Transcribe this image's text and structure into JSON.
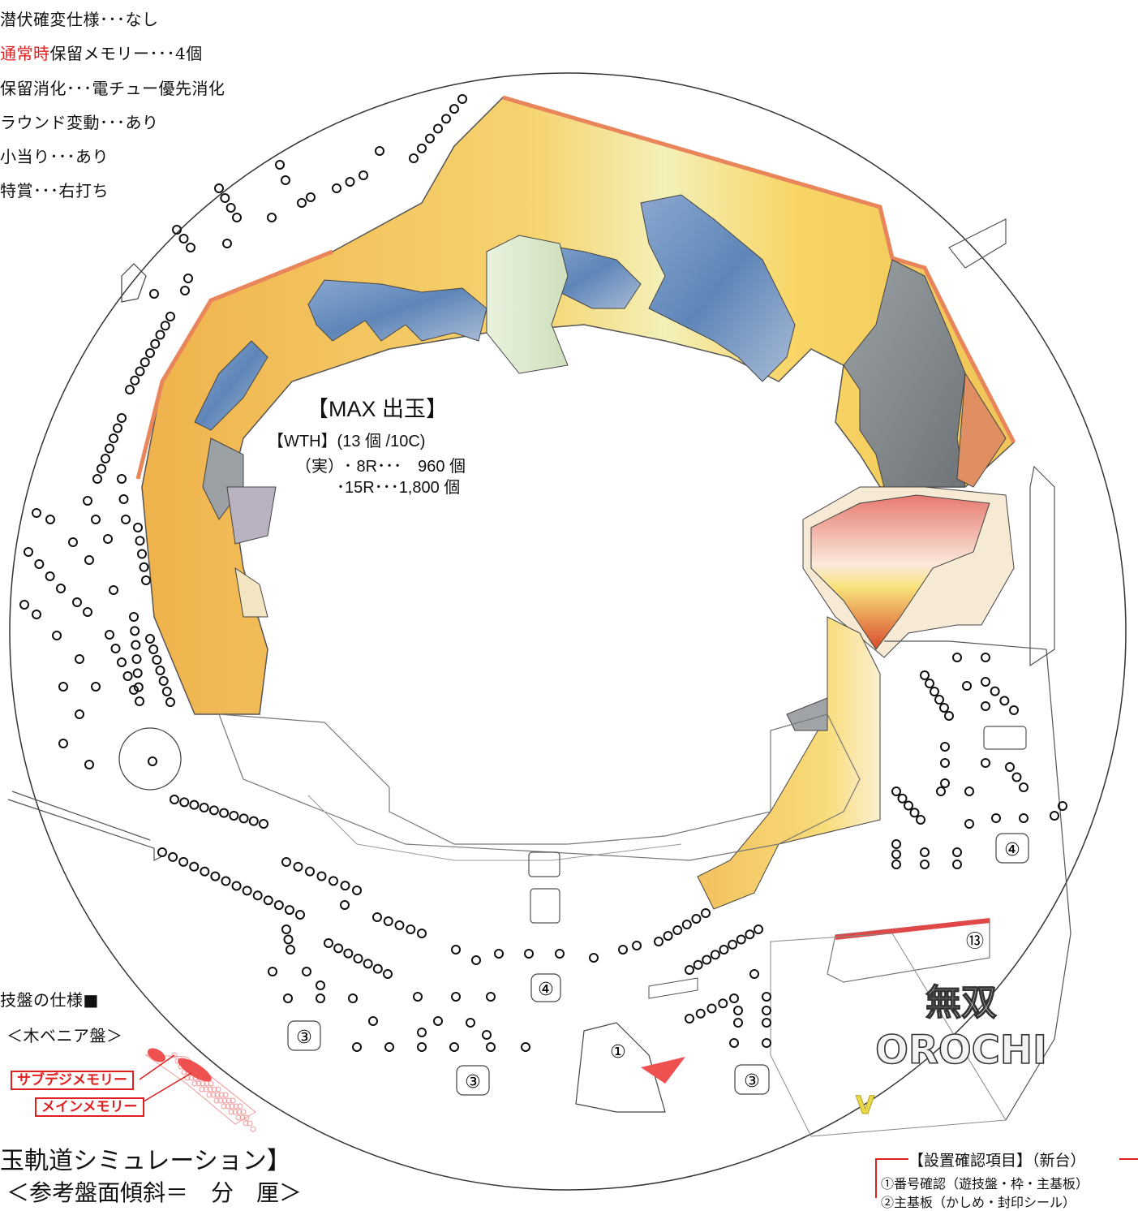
{
  "specs": [
    {
      "prefix": "",
      "highlight": "",
      "text": "潜伏確変仕様･･･なし"
    },
    {
      "prefix": "",
      "highlight": "通常時",
      "text": "保留メモリー･･･4個"
    },
    {
      "prefix": "",
      "highlight": "",
      "text": "保留消化･･･電チュー優先消化"
    },
    {
      "prefix": "",
      "highlight": "",
      "text": "ラウンド変動･･･あり"
    },
    {
      "prefix": "",
      "highlight": "",
      "text": "小当り･･･あり"
    },
    {
      "prefix": "",
      "highlight": "",
      "text": "特賞･･･右打ち"
    }
  ],
  "max_out": {
    "title": "【MAX 出玉】",
    "wth": "【WTH】(13 個 /10C)",
    "line1": "（実）･ 8R･･･　960 個",
    "line2": "･15R･･･1,800 個"
  },
  "board_spec": {
    "heading": "技盤の仕様■",
    "type": "＜木ベニア盤＞"
  },
  "memory_labels": {
    "sub": "サブデジメモリー",
    "main": "メインメモリー"
  },
  "footer": {
    "title": "玉軌道シミュレーション】",
    "subtitle": "＜参考盤面傾斜＝　分　厘＞"
  },
  "confirm": {
    "heading": "【設置確認項目】（新台）",
    "item1": "①番号確認（遊技盤・枠・主基板）",
    "item2": "②主基板（かしめ・封印シール）"
  },
  "markers": {
    "m1": "①",
    "m3a": "③",
    "m3b": "③",
    "m3c": "③",
    "m4a": "④",
    "m4b": "④",
    "m13": "⑬"
  },
  "logo": {
    "line1": "無双",
    "line2": "OROCHI"
  },
  "v_mark": "V",
  "colors": {
    "accent_red": "#e02020",
    "frame_orange": "#e8855a",
    "gold": "#f3c55a",
    "blue": "#6f95c4"
  }
}
